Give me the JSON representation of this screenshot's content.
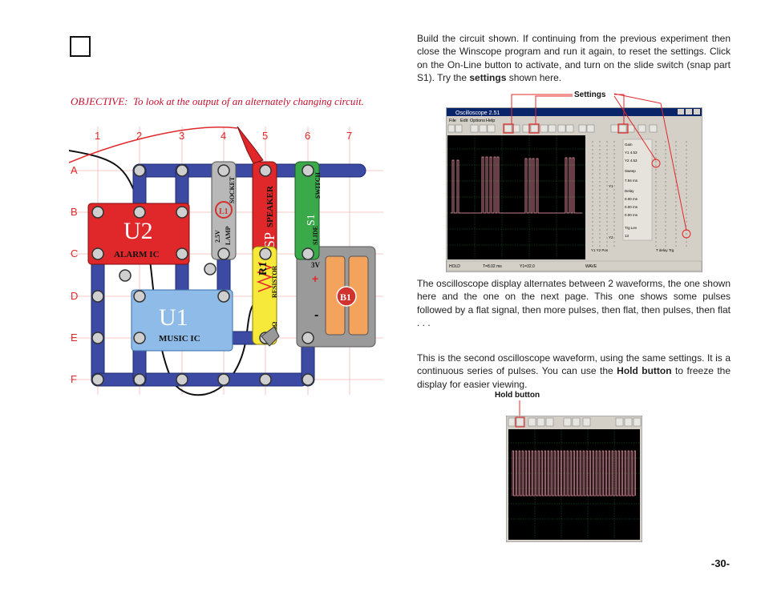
{
  "page": {
    "number_box": "",
    "objective_label": "OBJECTIVE:",
    "objective_text": "To look at the output of an alternately changing circuit.",
    "para1": {
      "before": "Build the circuit shown.  If continuing from the previous experiment then close the Winscope program and run it again, to reset the settings.  Click on the On-Line button to activate, and turn on the slide switch (snap part S1).  Try the ",
      "bold": "settings",
      "after": " shown here."
    },
    "para2": "The oscilloscope display alternates between 2 waveforms, the one shown here and the one on the next page.  This one shows some pulses followed by a flat signal, then more pulses, then flat, then pulses, then flat . . .",
    "para3": {
      "before": "This is the second oscilloscope waveform, using the same settings.  It is a continuous series of pulses.  You can use the ",
      "bold": "Hold button",
      "after": " to freeze the display for easier viewing."
    },
    "settings_caption": "Settings",
    "hold_caption": "Hold button",
    "page_number": "-30-"
  },
  "circuit": {
    "columns": [
      "1",
      "2",
      "3",
      "4",
      "5",
      "6",
      "7"
    ],
    "rows": [
      "A",
      "B",
      "C",
      "D",
      "E",
      "F"
    ],
    "parts": {
      "u2_label": "U2",
      "u2_name": "ALARM IC",
      "u1_label": "U1",
      "u1_name": "MUSIC IC",
      "lamp_label": "L1",
      "lamp_name": "LAMP",
      "lamp_socket": "SOCKET",
      "lamp_volt": "2.5V",
      "speaker_label": "SP",
      "speaker_name": "SPEAKER",
      "switch_label": "S1",
      "switch_name": "SLIDE",
      "switch_word": "SWITCH",
      "resistor_label": "R1",
      "resistor_name": "RESISTOR",
      "resistor_value": "100Ω",
      "battery_label": "B1",
      "battery_volt": "3V",
      "plus": "+",
      "minus": "-"
    }
  },
  "scope": {
    "title": "Oscilloscope 2.51",
    "menu": [
      "File",
      "Edit",
      "Options",
      "Help"
    ],
    "panel_labels": [
      "Gain",
      "Y1  4.53",
      "Y2  4.53",
      "Sweep",
      "7.94 ms",
      "Delay",
      "0.00 ms",
      "0.00 ms",
      "0.00 ms",
      "Trg Lev",
      "13",
      "Y1",
      "Y2",
      "Y1  Y2  Pos",
      "T   delay  Trg"
    ],
    "status": [
      "HOLD",
      "T=8.02 ms",
      "Y1=32.0",
      "WAVE"
    ]
  }
}
